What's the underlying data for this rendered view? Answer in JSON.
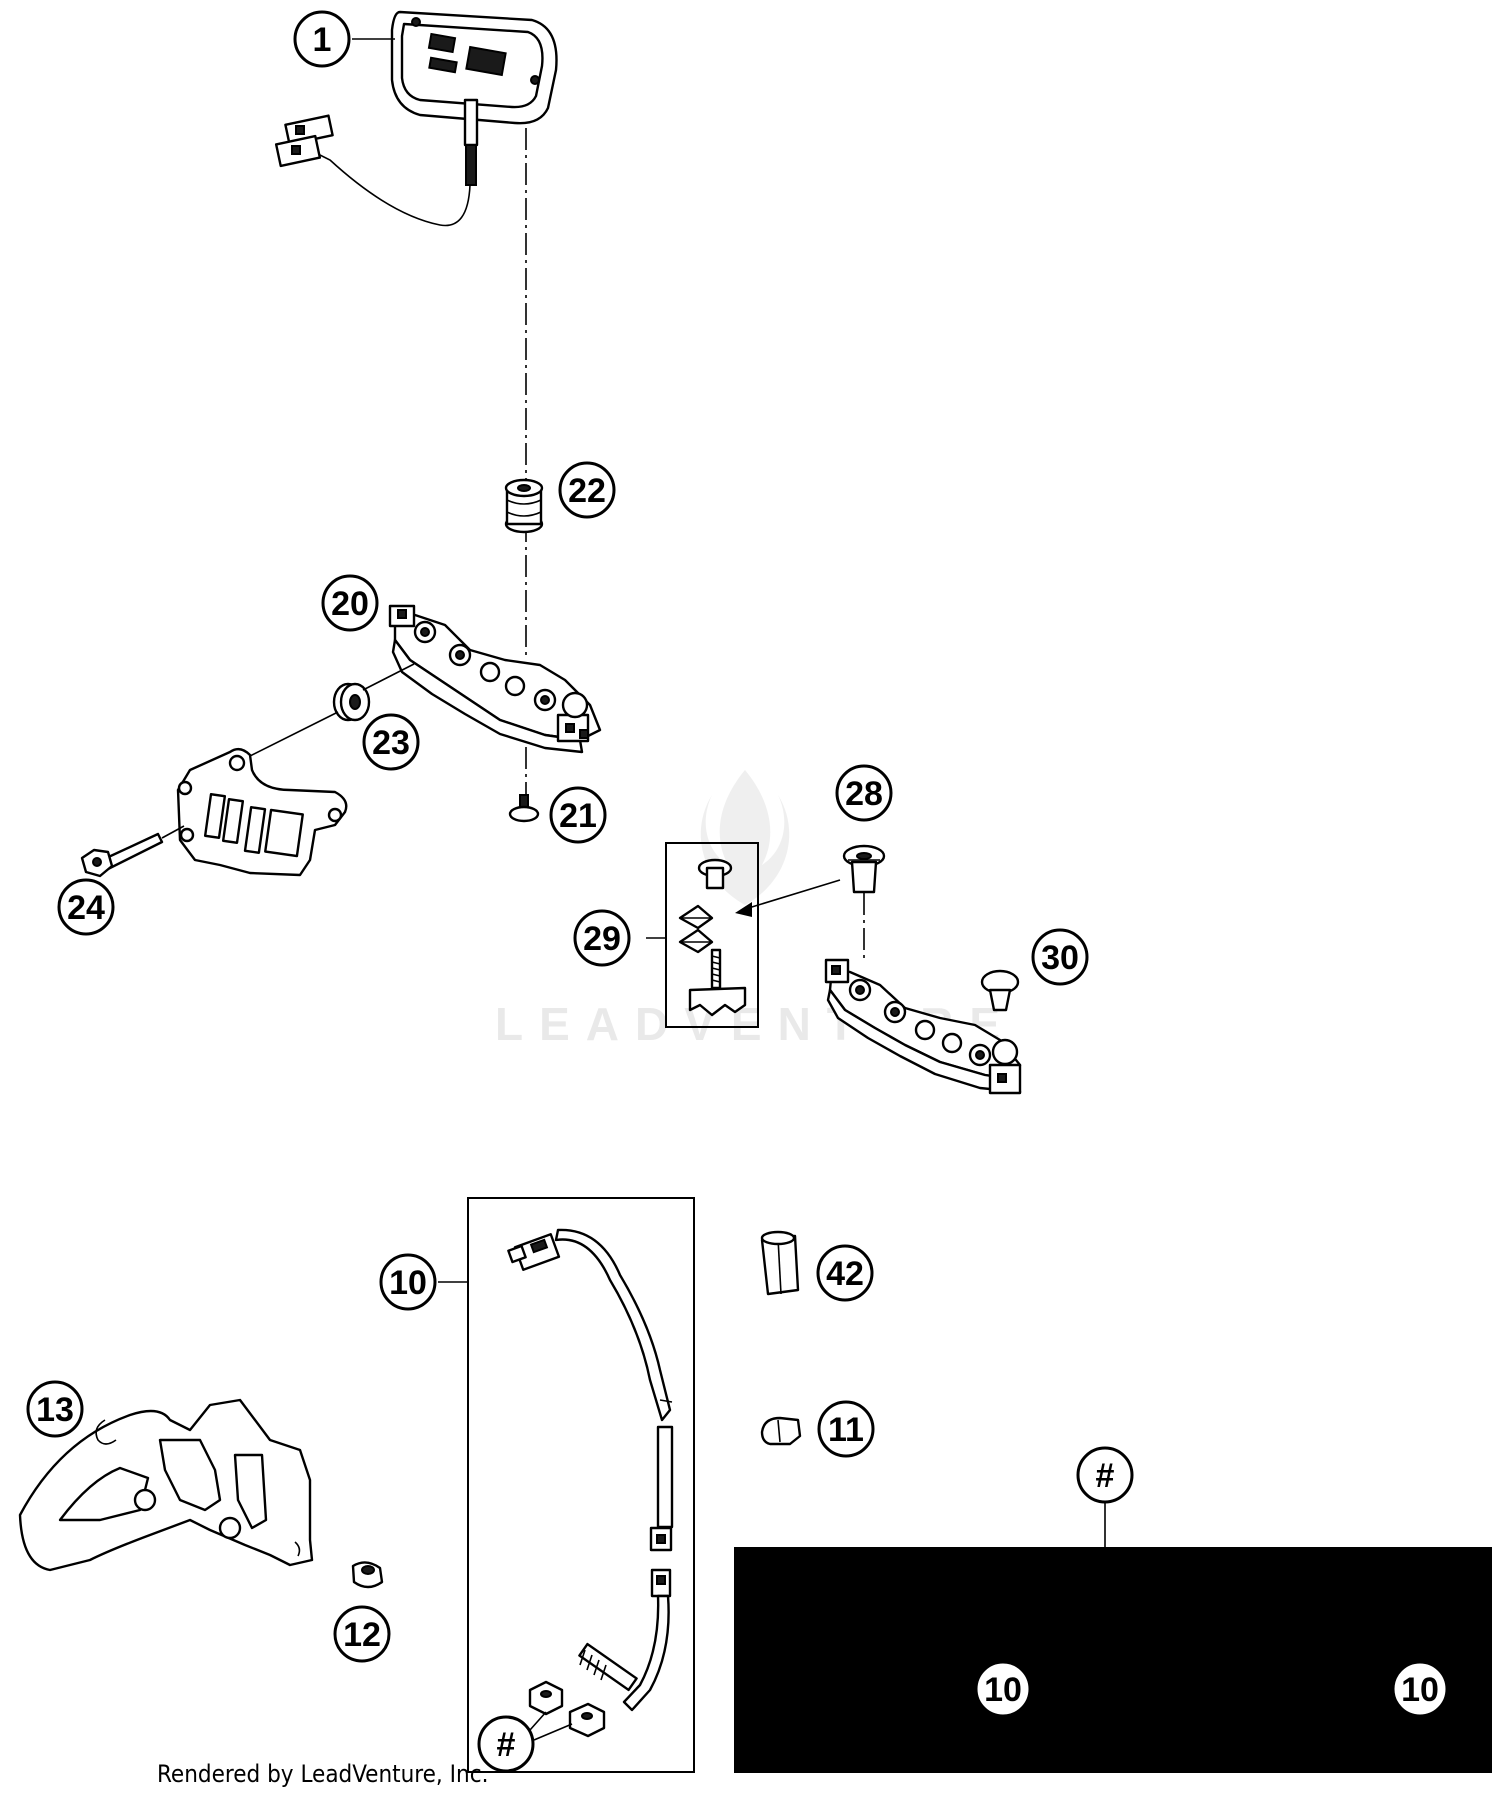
{
  "callouts": {
    "c1": "1",
    "c22": "22",
    "c20": "20",
    "c23": "23",
    "c21": "21",
    "c24": "24",
    "c28": "28",
    "c29": "29",
    "c30": "30",
    "c10": "10",
    "c42": "42",
    "c13": "13",
    "c11": "11",
    "c12": "12",
    "c_hash_bottom": "#",
    "c_hash_panel": "#",
    "c10_panel_left": "10",
    "c10_panel_right": "10"
  },
  "watermark": "LEADVENTURE",
  "footer": "Rendered by LeadVenture, Inc.",
  "colors": {
    "background": "#ffffff",
    "ink": "#000000",
    "panel": "#000000",
    "watermark": "#d8d8d8"
  }
}
